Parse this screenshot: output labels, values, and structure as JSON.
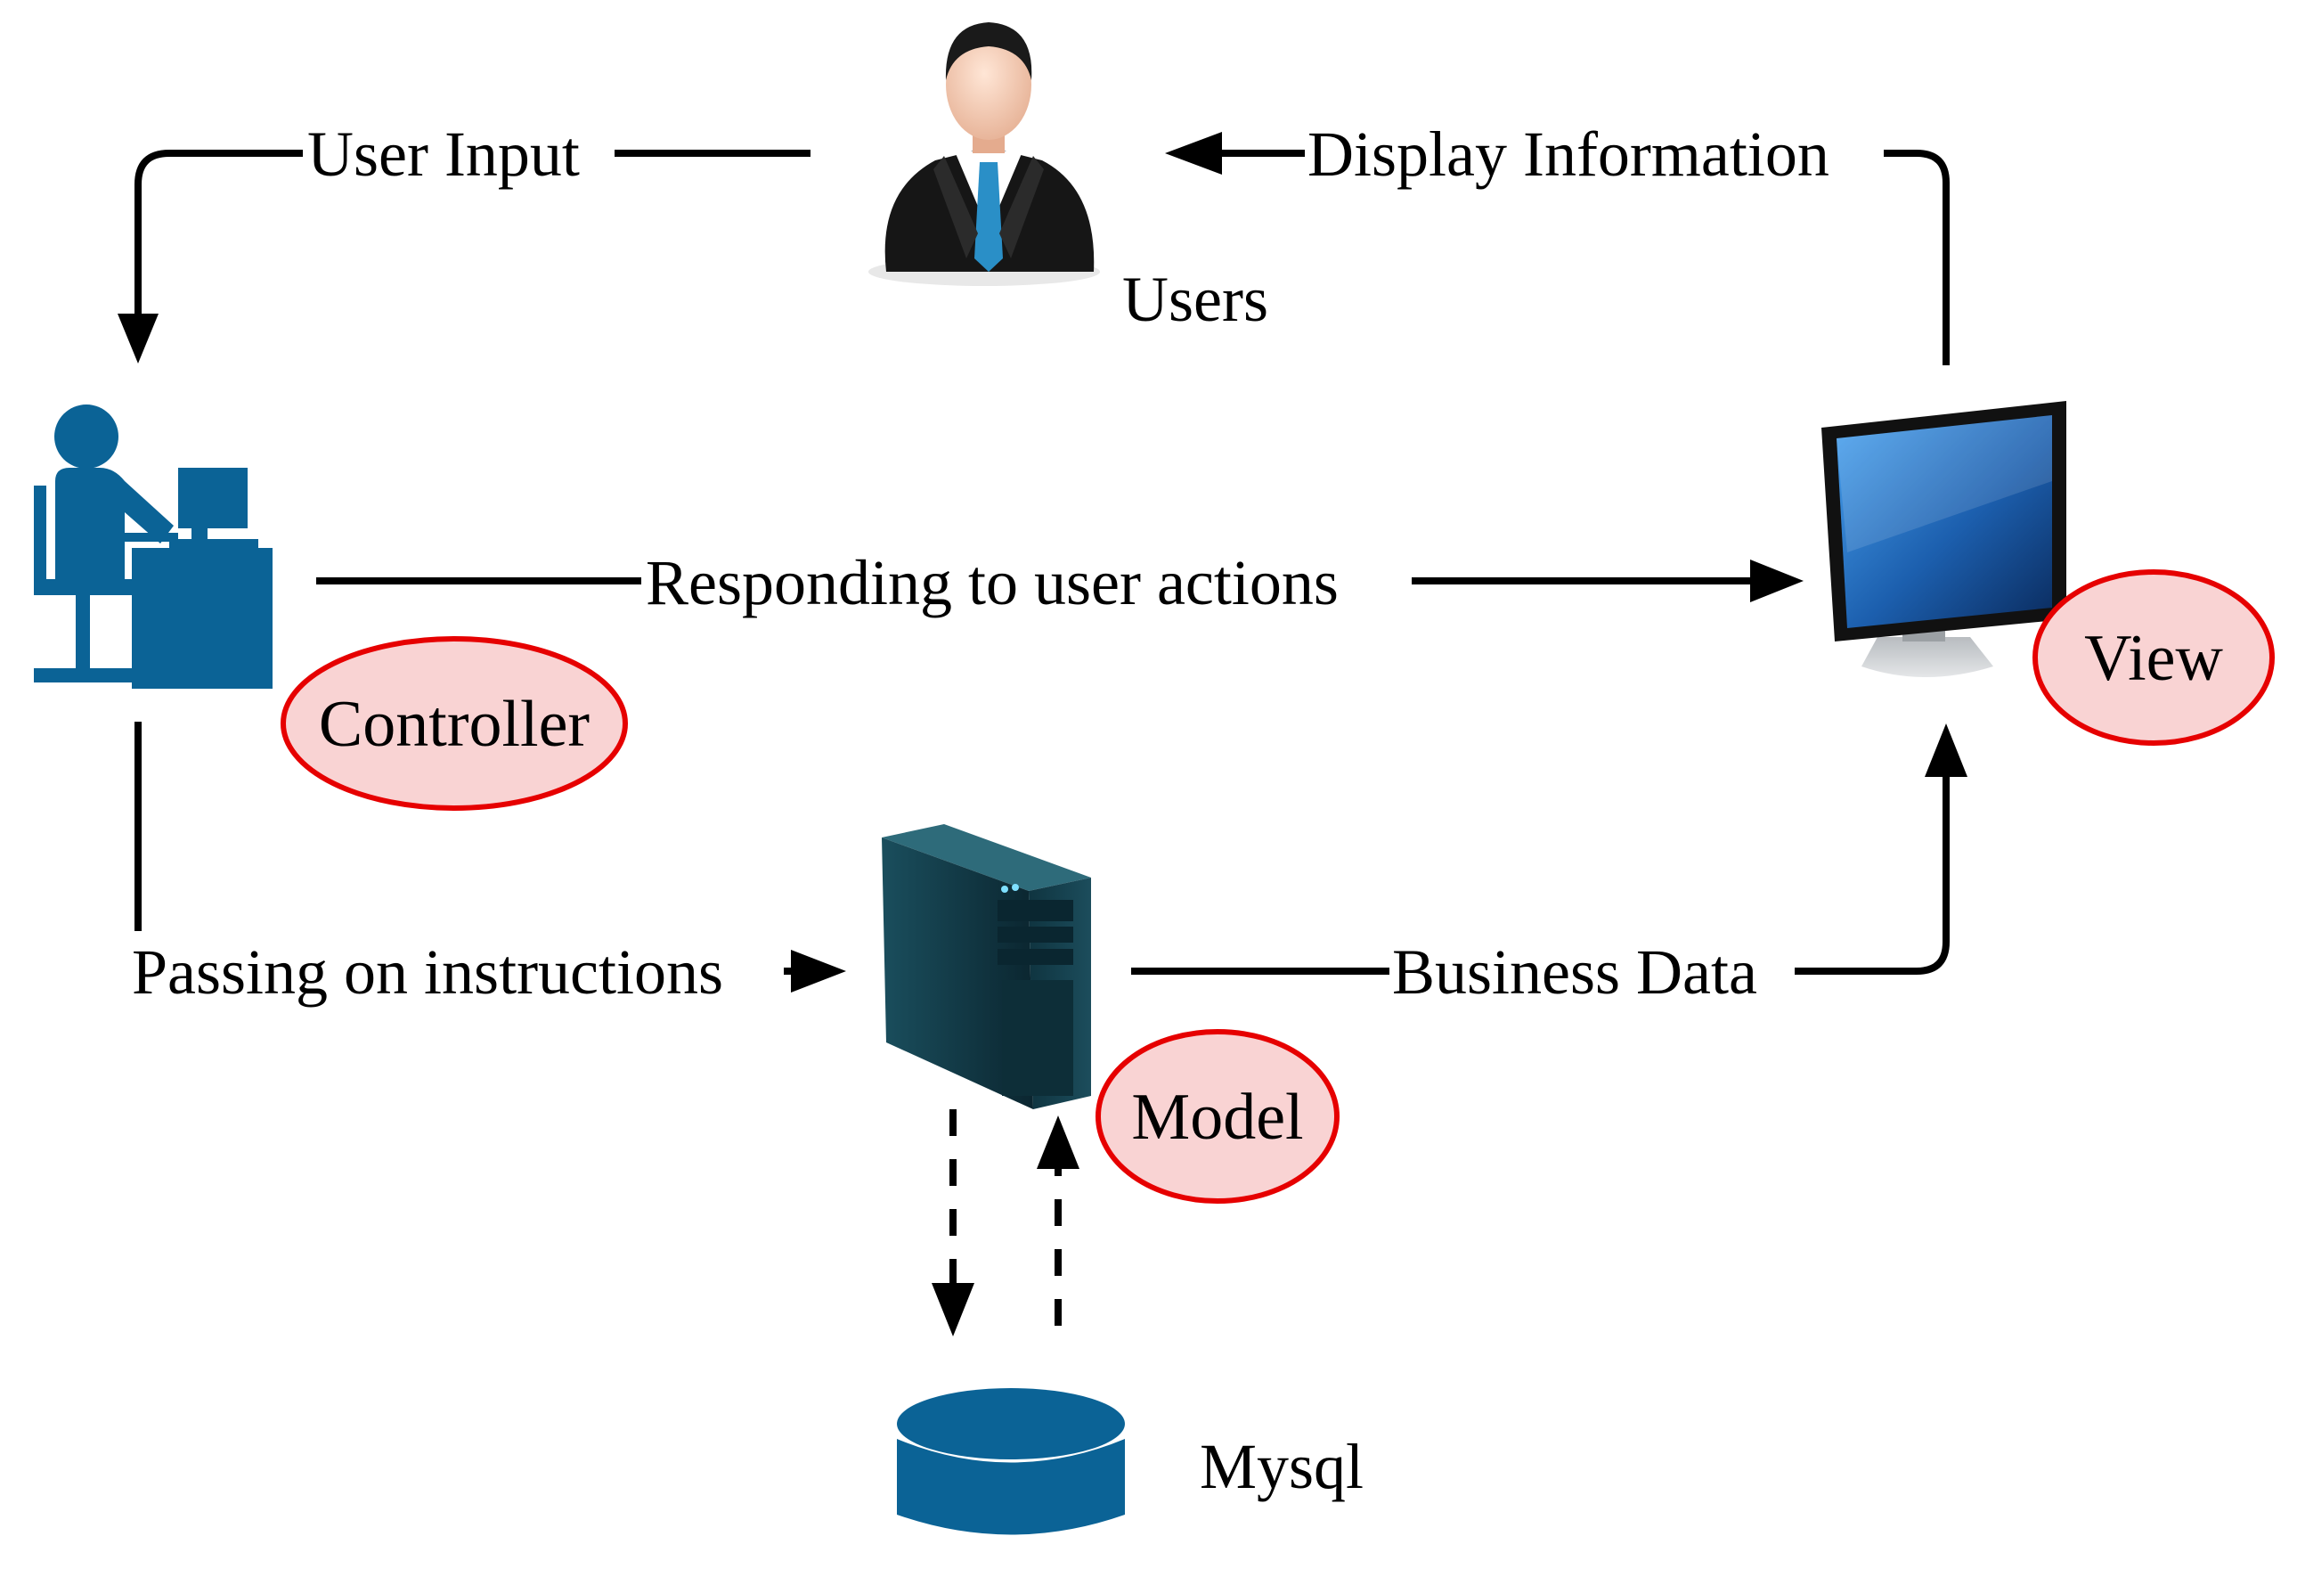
{
  "nodes": {
    "users": {
      "label": "Users",
      "icon": "businessman-icon"
    },
    "controller": {
      "label": "Controller",
      "icon": "person-at-desk-icon"
    },
    "view": {
      "label": "View",
      "icon": "monitor-icon"
    },
    "model": {
      "label": "Model",
      "icon": "server-tower-icon"
    },
    "mysql": {
      "label": "Mysql",
      "icon": "database-cylinder-icon"
    }
  },
  "edges": {
    "user_input": "User Input",
    "display_information": "Display Information",
    "responding": "Responding to user actions",
    "passing": "Passing on instructions",
    "business_data": "Business Data"
  },
  "colors": {
    "icon_blue": "#0b6396",
    "role_fill": "#f9d3d3",
    "role_stroke": "#e60000",
    "arrow": "#000000"
  }
}
